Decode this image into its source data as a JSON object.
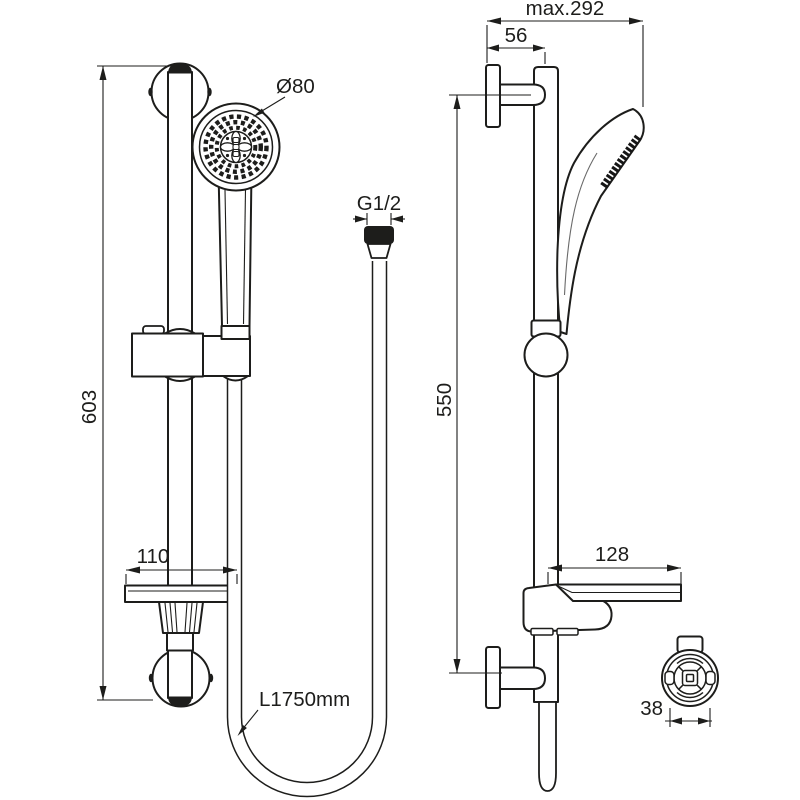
{
  "front_view": {
    "rail_height": "603",
    "soap_dish_width": "110",
    "head_diameter": "Ø80",
    "hose_thread": "G1/2",
    "hose_length": "L1750mm"
  },
  "side_view": {
    "max_projection": "max.292",
    "wall_offset": "56",
    "bar_span": "550",
    "soap_dish_depth": "128"
  },
  "bottom_view": {
    "mount_width": "38"
  },
  "colors": {
    "line": "#1d1d1b",
    "background": "#ffffff"
  }
}
